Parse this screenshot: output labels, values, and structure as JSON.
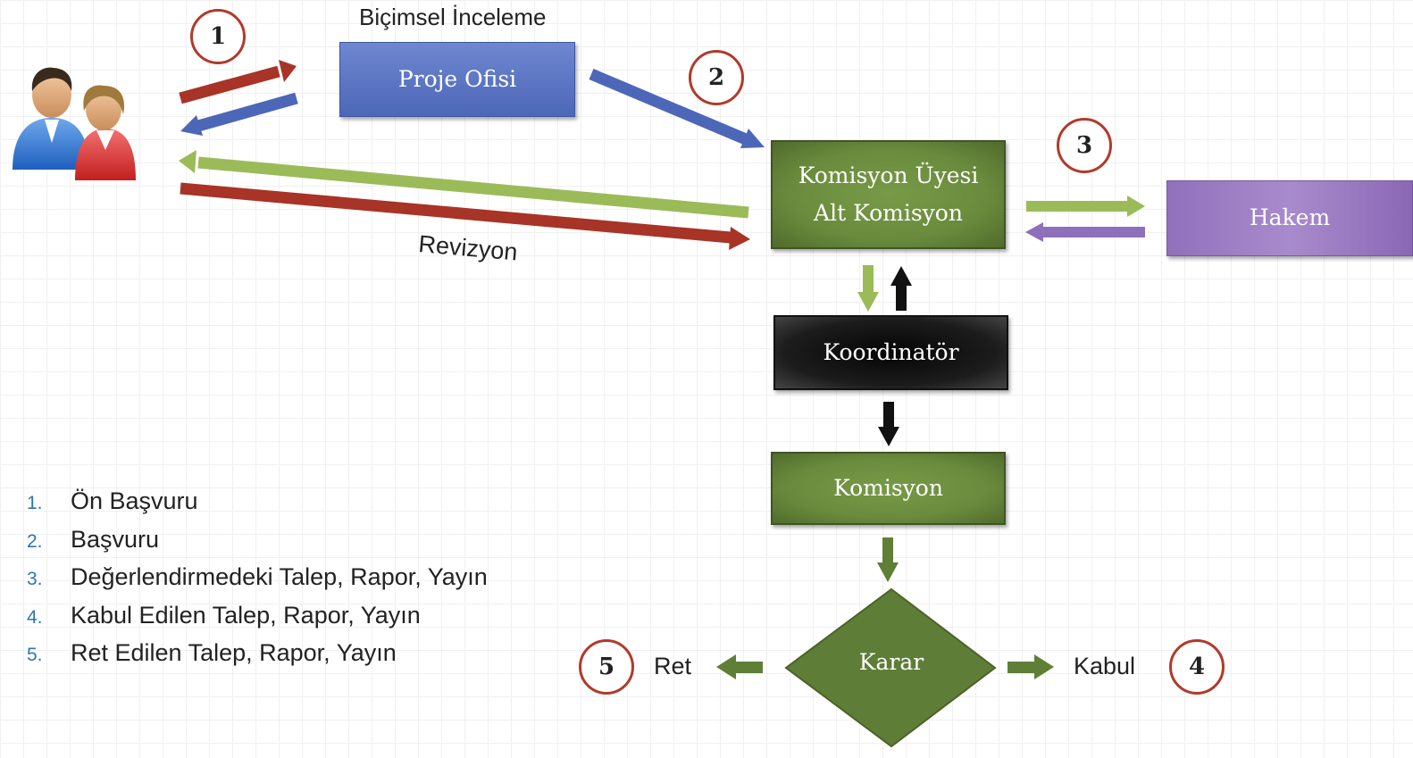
{
  "boxes": {
    "proje_ofisi": "Proje Ofisi",
    "komisyon_uyesi_line1": "Komisyon Üyesi",
    "komisyon_uyesi_line2": "Alt Komisyon",
    "hakem": "Hakem",
    "koordinator": "Koordinatör",
    "komisyon": "Komisyon",
    "karar": "Karar"
  },
  "labels": {
    "bicimsel_inceleme": "Biçimsel İnceleme",
    "revizyon": "Revizyon",
    "ret": "Ret",
    "kabul": "Kabul"
  },
  "step_numbers": [
    "1",
    "2",
    "3",
    "4",
    "5"
  ],
  "legend": [
    {
      "number": "1.",
      "text": "Ön Başvuru"
    },
    {
      "number": "2.",
      "text": "Başvuru"
    },
    {
      "number": "3.",
      "text": "Değerlendirmedeki Talep, Rapor, Yayın"
    },
    {
      "number": "4.",
      "text": "Kabul Edilen Talep, Rapor, Yayın"
    },
    {
      "number": "5.",
      "text": "Ret Edilen Talep, Rapor, Yayın"
    }
  ],
  "colors": {
    "red_arrow": "#a83327",
    "blue_arrow": "#4d67b8",
    "green_arrow": "#9bbb59",
    "purple_arrow": "#8e6fb9",
    "dark_arrow": "#111111",
    "dark_green_arrow": "#5f7f36",
    "circle_border": "#b13a2b",
    "legend_number": "#2e75b6"
  },
  "icons": {
    "applicants": "users-icon"
  }
}
